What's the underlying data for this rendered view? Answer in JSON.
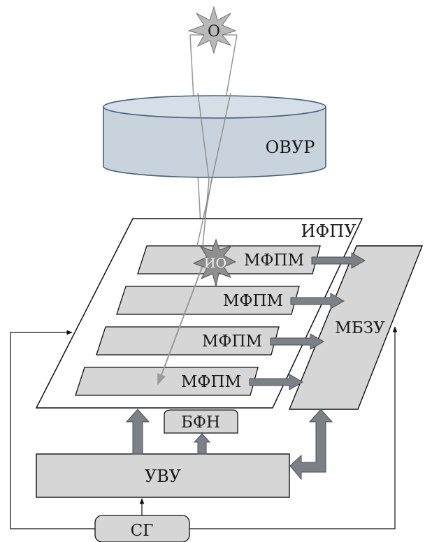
{
  "labels": {
    "object": "О",
    "optics": "ОВУР",
    "array_unit": "ИФПУ",
    "image": "ИО",
    "module_1": "МФПМ",
    "module_2": "МФПМ",
    "module_3": "МФПМ",
    "module_4": "МФПМ",
    "memory": "МБЗУ",
    "bias_block": "БФН",
    "control": "УВУ",
    "sync": "СГ"
  },
  "colors": {
    "block_fill": "#d6d6d6",
    "cylinder_fill": "#c9d3de",
    "cylinder_stroke": "#46607a",
    "arrow_fill": "#7c8187",
    "arrow_stroke": "#4a5058",
    "ray": "#9a9a9a",
    "line": "#111111"
  }
}
